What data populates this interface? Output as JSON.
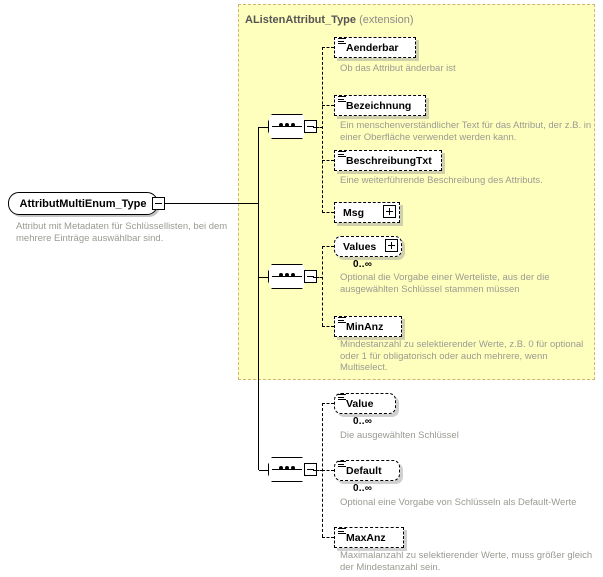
{
  "diagram": {
    "type": "xsd-schema-diagram",
    "root": {
      "name": "AttributMultiEnum_Type",
      "description": "Attribut mit Metadaten für Schlüssellisten, bei dem mehrere Einträge auswählbar sind.",
      "toggle": "minus"
    },
    "extension": {
      "name": "AListenAttribut_Type",
      "kind": "(extension)"
    },
    "compositors": [
      {
        "id": "seq-1",
        "kind": "sequence",
        "toggle": "minus"
      },
      {
        "id": "seq-2",
        "kind": "sequence",
        "toggle": "minus"
      },
      {
        "id": "seq-3",
        "kind": "sequence",
        "toggle": "minus"
      }
    ],
    "groups": [
      {
        "id": "group-extension-a",
        "in_extension": true,
        "nodes": [
          {
            "name": "Aenderbar",
            "shape": "rect",
            "attr_icon": true,
            "toggle": null,
            "cardinality": null,
            "description": "Ob das Attribut änderbar ist"
          },
          {
            "name": "Bezeichnung",
            "shape": "rect",
            "attr_icon": true,
            "toggle": null,
            "cardinality": null,
            "description": "Ein menschenverständlicher Text für das Attribut, der z.B. in einer Oberfläche verwendet werden kann."
          },
          {
            "name": "BeschreibungTxt",
            "shape": "rect",
            "attr_icon": true,
            "toggle": null,
            "cardinality": null,
            "description": "Eine weiterführende Beschreibung des Attributs."
          },
          {
            "name": "Msg",
            "shape": "rect",
            "attr_icon": false,
            "toggle": "plus",
            "cardinality": null,
            "description": null
          }
        ]
      },
      {
        "id": "group-extension-b",
        "in_extension": true,
        "nodes": [
          {
            "name": "Values",
            "shape": "rounded",
            "attr_icon": false,
            "toggle": "plus",
            "cardinality": "0..∞",
            "description": "Optional die Vorgabe einer Werteliste, aus der die ausgewählten Schlüssel stammen müssen"
          },
          {
            "name": "MinAnz",
            "shape": "rect",
            "attr_icon": true,
            "toggle": null,
            "cardinality": null,
            "description": "Mindestanzahl zu selektierender Werte, z.B. 0 für optional oder 1 für obligatorisch oder auch mehrere, wenn Multiselect."
          }
        ]
      },
      {
        "id": "group-own",
        "in_extension": false,
        "nodes": [
          {
            "name": "Value",
            "shape": "rounded",
            "attr_icon": true,
            "toggle": null,
            "cardinality": "0..∞",
            "description": "Die ausgewählten Schlüssel"
          },
          {
            "name": "Default",
            "shape": "rounded",
            "attr_icon": true,
            "toggle": null,
            "cardinality": "0..∞",
            "description": "Optional eine Vorgabe von Schlüsseln als Default-Werte"
          },
          {
            "name": "MaxAnz",
            "shape": "rect",
            "attr_icon": true,
            "toggle": null,
            "cardinality": null,
            "description": "Maximalanzahl zu selektierender Werte, muss größer gleich der Mindestanzahl sein."
          }
        ]
      }
    ],
    "colors": {
      "extension_fill": "#ffffbd",
      "extension_border": "#c9b87a",
      "node_fill": "#ffffff",
      "node_border": "#000000",
      "description_text": "#9a9a92",
      "title_text": "#555555",
      "page_background": "#ffffff"
    }
  }
}
